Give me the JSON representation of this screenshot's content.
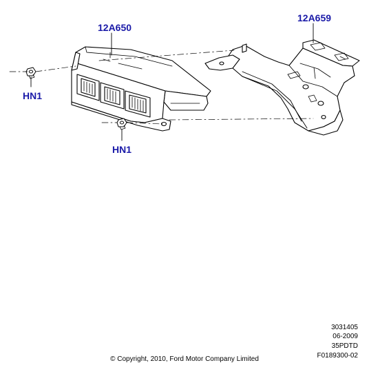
{
  "colors": {
    "label": "#1a1aa8",
    "line": "#000000",
    "background": "#ffffff"
  },
  "callouts": {
    "module": "12A650",
    "bracket": "12A659",
    "nut_left": "HN1",
    "nut_bottom": "HN1"
  },
  "reference": {
    "number": "3031405",
    "date": "06-2009",
    "code": "35PDTD",
    "figure": "F0189300-02"
  },
  "copyright": "© Copyright, 2010, Ford Motor Company Limited"
}
